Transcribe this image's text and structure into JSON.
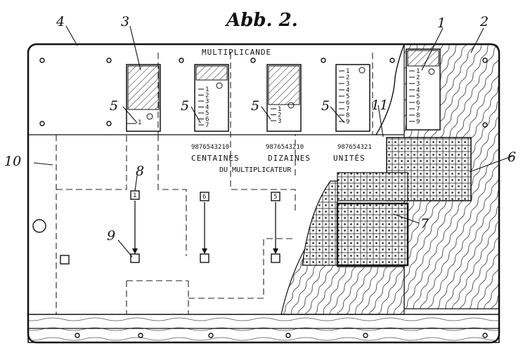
{
  "title": "Abb. 2.",
  "labels": {
    "multiplicande": "MULTIPLICANDE",
    "centaines": "CENTAINES",
    "dizaines": "DIZAINES",
    "unites": "UNITÉS",
    "du_multiplicateur": "DU MULTIPLICATEUR"
  },
  "scale_digits": [
    "9876543210",
    "9876543210",
    "987654321"
  ],
  "slider_numbers": [
    "1",
    "2",
    "3",
    "4",
    "5",
    "6",
    "7",
    "8",
    "9"
  ],
  "slider_digits": [
    "1",
    "6",
    "5"
  ],
  "callouts": [
    {
      "id": "c1",
      "text": "1"
    },
    {
      "id": "c2",
      "text": "2"
    },
    {
      "id": "c3",
      "text": "3"
    },
    {
      "id": "c4",
      "text": "4"
    },
    {
      "id": "c5a",
      "text": "5"
    },
    {
      "id": "c5b",
      "text": "5"
    },
    {
      "id": "c5c",
      "text": "5"
    },
    {
      "id": "c5d",
      "text": "5"
    },
    {
      "id": "c6",
      "text": "6"
    },
    {
      "id": "c7",
      "text": "7"
    },
    {
      "id": "c8",
      "text": "8"
    },
    {
      "id": "c9",
      "text": "9"
    },
    {
      "id": "c10",
      "text": "10"
    },
    {
      "id": "c11",
      "text": "11"
    }
  ]
}
